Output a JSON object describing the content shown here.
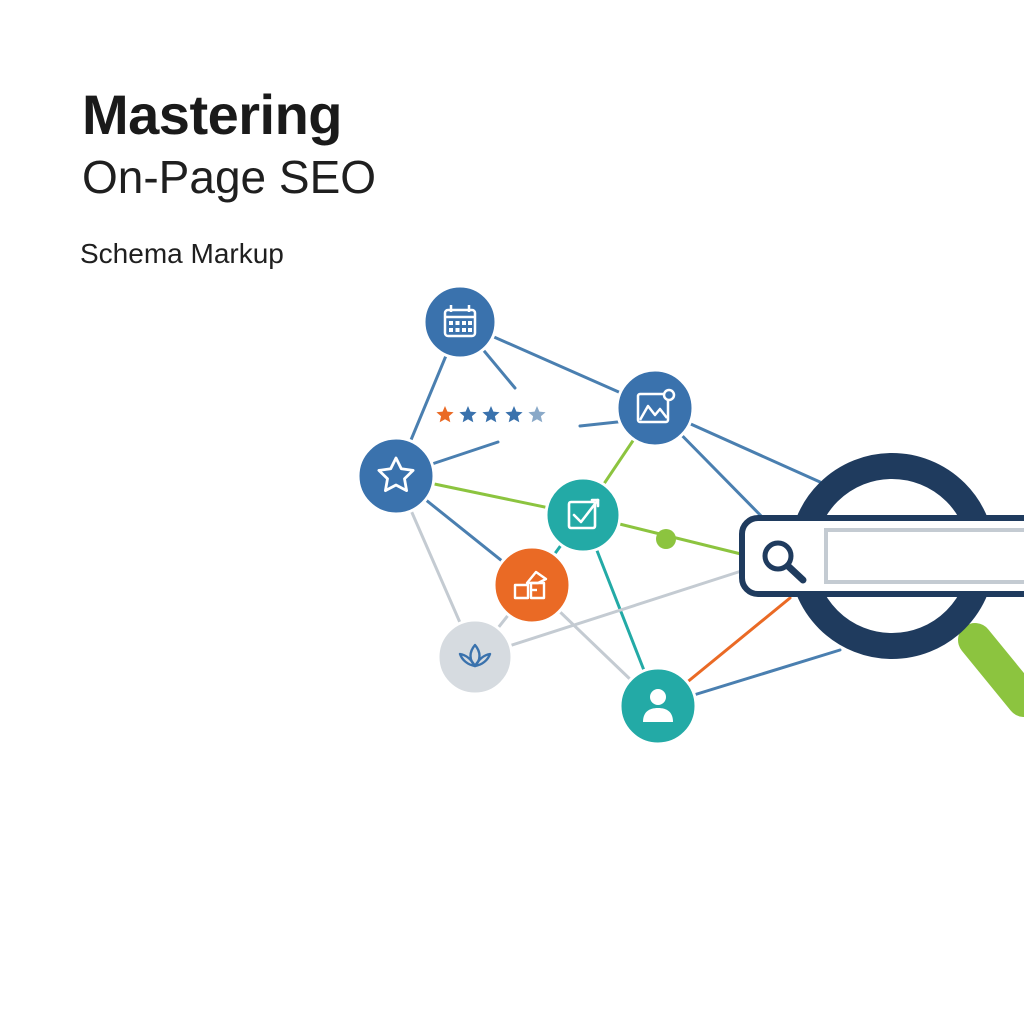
{
  "heading": {
    "title": "Mastering",
    "subtitle": "On-Page SEO",
    "section": "Schema Markup"
  },
  "colors": {
    "blue": "#3a72ad",
    "teal": "#23aaa6",
    "orange": "#ea6a25",
    "gray": "#d6dbe0",
    "green": "#8cc43f",
    "navy": "#1f3b5e",
    "line_blue": "#4a7fb0",
    "line_gray": "#c4cbd2"
  },
  "nodes": [
    {
      "name": "calendar-node",
      "icon": "calendar-icon",
      "color": "blue"
    },
    {
      "name": "image-node",
      "icon": "image-icon",
      "color": "blue"
    },
    {
      "name": "star-node",
      "icon": "star-icon",
      "color": "blue"
    },
    {
      "name": "checkbox-node",
      "icon": "checkbox-icon",
      "color": "teal"
    },
    {
      "name": "product-node",
      "icon": "boxes-icon",
      "color": "orange"
    },
    {
      "name": "lotus-node",
      "icon": "lotus-icon",
      "color": "gray"
    },
    {
      "name": "person-node",
      "icon": "person-icon",
      "color": "teal"
    }
  ],
  "rating": {
    "stars": 5,
    "highlighted": 1
  },
  "search": {
    "icon": "search-icon",
    "magnifier": "magnifier-icon"
  }
}
